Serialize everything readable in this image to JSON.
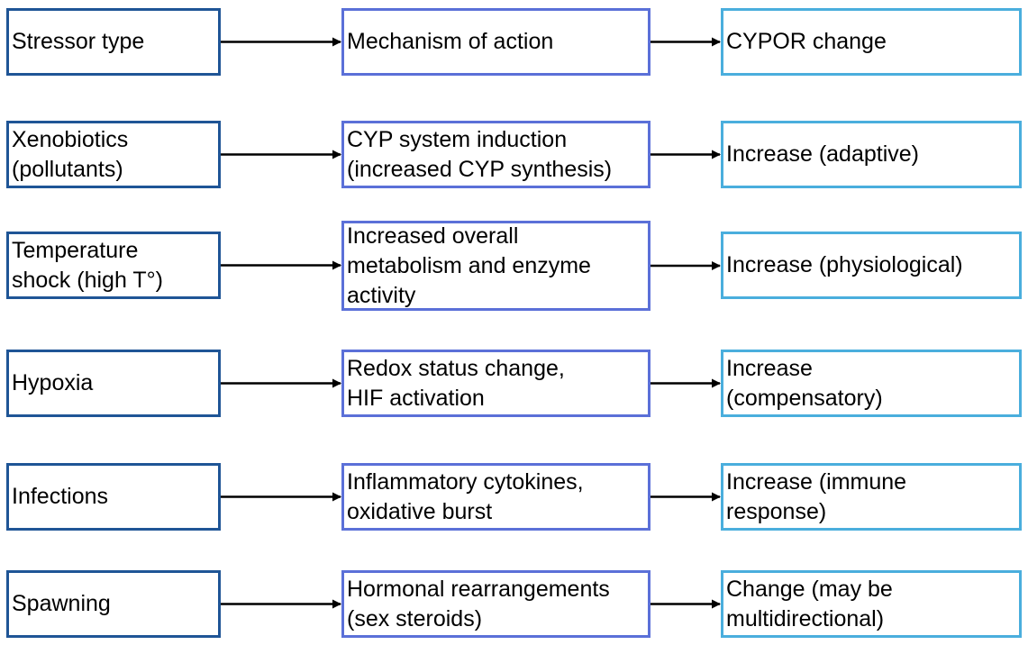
{
  "colors": {
    "stressor_border": "#1f5596",
    "mechanism_border": "#5b70d8",
    "change_border": "#4aaedd",
    "arrow": "#000000"
  },
  "rows": [
    {
      "stressor": "Stressor type",
      "mechanism": "Mechanism of action",
      "change": "CYPOR change"
    },
    {
      "stressor": "Xenobiotics\n(pollutants)",
      "mechanism": "CYP system induction\n(increased CYP synthesis)",
      "change": "Increase (adaptive)"
    },
    {
      "stressor": "Temperature\nshock (high T°)",
      "mechanism": "Increased overall\nmetabolism and enzyme\nactivity",
      "change": "Increase (physiological)"
    },
    {
      "stressor": "Hypoxia",
      "mechanism": "Redox status change,\nHIF activation",
      "change": "Increase\n(compensatory)"
    },
    {
      "stressor": "Infections",
      "mechanism": "Inflammatory cytokines,\noxidative burst",
      "change": "Increase (immune\nresponse)"
    },
    {
      "stressor": "Spawning",
      "mechanism": "Hormonal rearrangements\n(sex steroids)",
      "change": "Change (may be\nmultidirectional)"
    }
  ]
}
